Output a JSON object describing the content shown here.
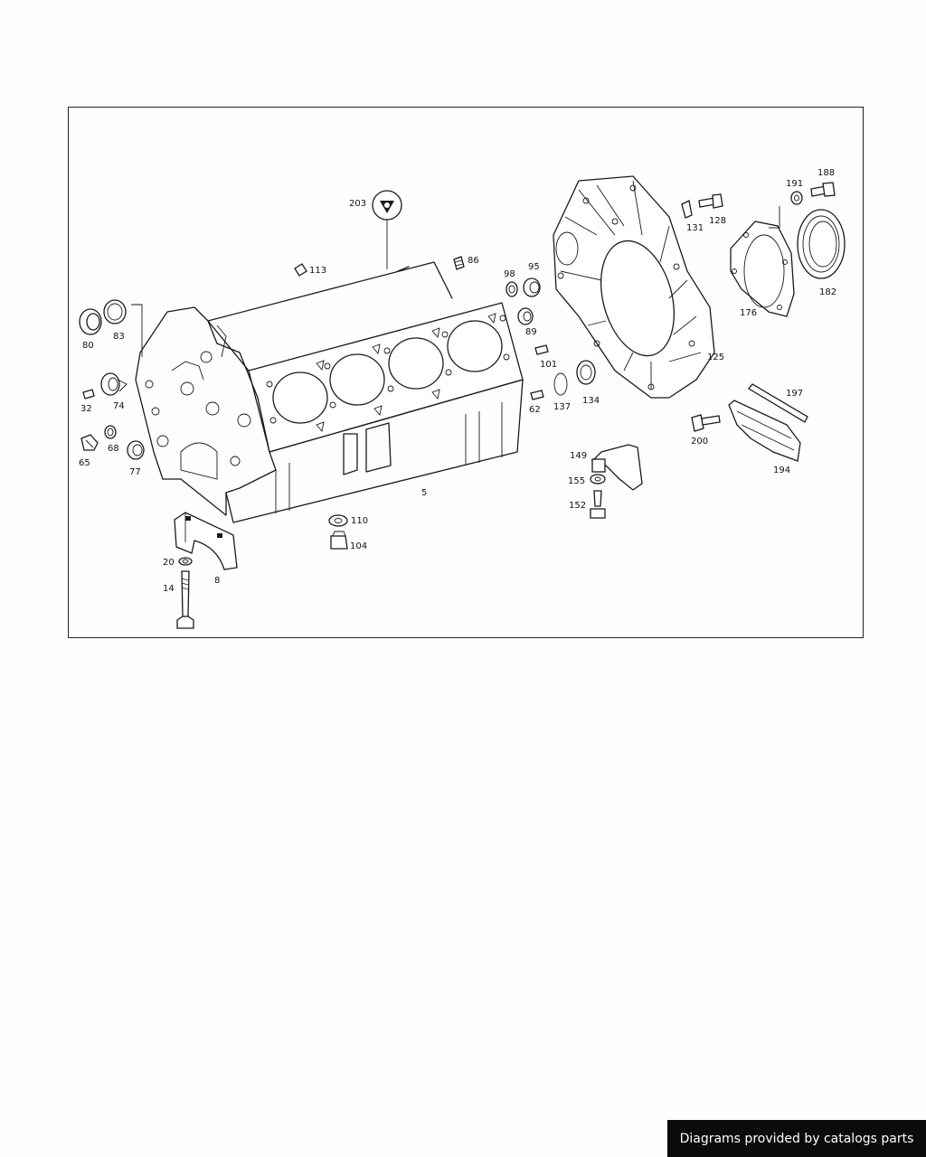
{
  "callouts": [
    {
      "id": "203",
      "text": "203"
    },
    {
      "id": "113",
      "text": "113"
    },
    {
      "id": "86",
      "text": "86"
    },
    {
      "id": "98",
      "text": "98"
    },
    {
      "id": "95",
      "text": "95"
    },
    {
      "id": "89",
      "text": "89"
    },
    {
      "id": "101",
      "text": "101"
    },
    {
      "id": "62",
      "text": "62"
    },
    {
      "id": "137",
      "text": "137"
    },
    {
      "id": "134",
      "text": "134"
    },
    {
      "id": "80",
      "text": "80"
    },
    {
      "id": "83",
      "text": "83"
    },
    {
      "id": "32",
      "text": "32"
    },
    {
      "id": "74",
      "text": "74"
    },
    {
      "id": "68",
      "text": "68"
    },
    {
      "id": "65",
      "text": "65"
    },
    {
      "id": "77",
      "text": "77"
    },
    {
      "id": "5",
      "text": "5"
    },
    {
      "id": "110",
      "text": "110"
    },
    {
      "id": "104",
      "text": "104"
    },
    {
      "id": "20",
      "text": "20"
    },
    {
      "id": "8",
      "text": "8"
    },
    {
      "id": "14",
      "text": "14"
    },
    {
      "id": "131",
      "text": "131"
    },
    {
      "id": "128",
      "text": "128"
    },
    {
      "id": "125",
      "text": "125"
    },
    {
      "id": "191",
      "text": "191"
    },
    {
      "id": "188",
      "text": "188"
    },
    {
      "id": "182",
      "text": "182"
    },
    {
      "id": "176",
      "text": "176"
    },
    {
      "id": "197",
      "text": "197"
    },
    {
      "id": "194",
      "text": "194"
    },
    {
      "id": "200",
      "text": "200"
    },
    {
      "id": "149",
      "text": "149"
    },
    {
      "id": "155",
      "text": "155"
    },
    {
      "id": "152",
      "text": "152"
    }
  ],
  "footer": {
    "credit": "Diagrams provided by catalogs parts"
  }
}
